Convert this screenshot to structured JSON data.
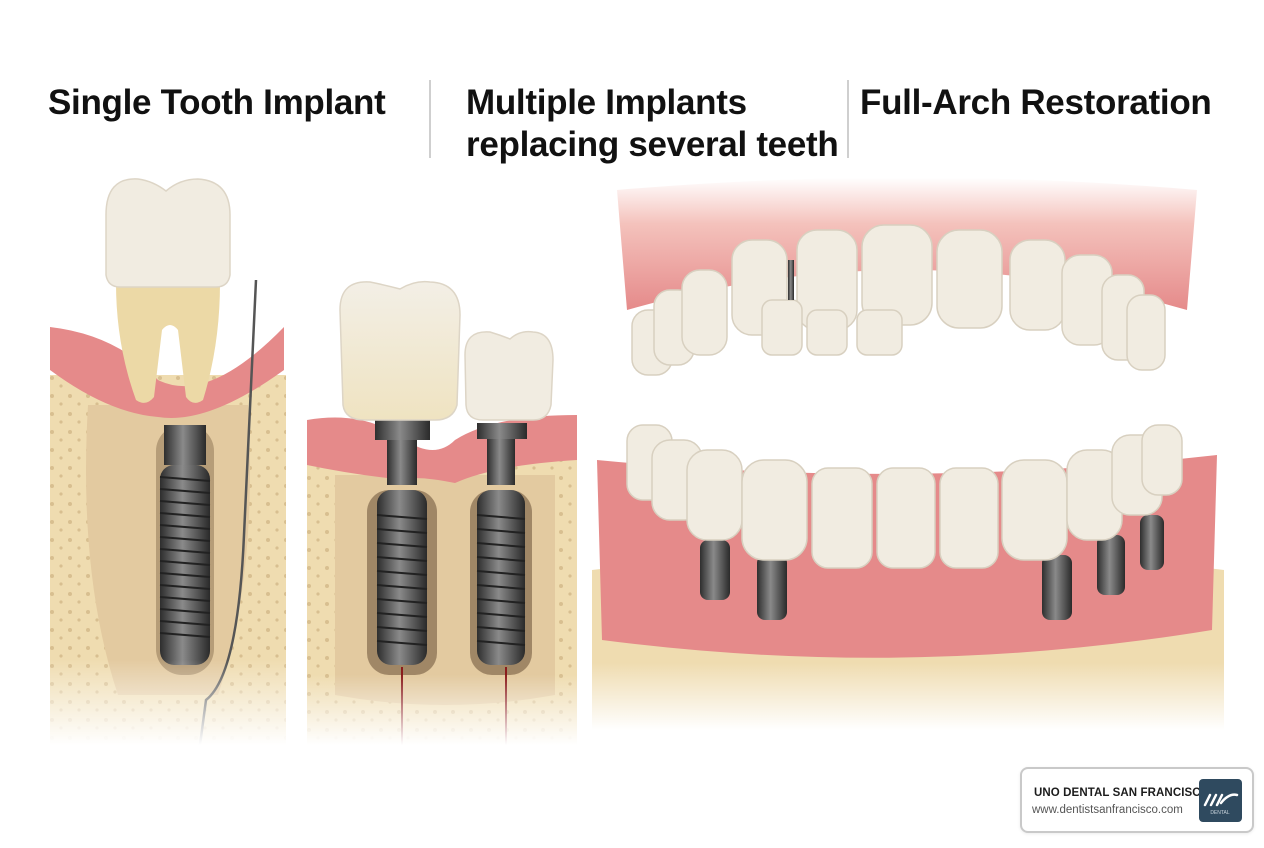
{
  "headings": {
    "single": "Single Tooth Implant",
    "multiple_line1": "Multiple Implants",
    "multiple_line2": "replacing several teeth",
    "full_arch": "Full-Arch Restoration"
  },
  "illustrations": {
    "single": "single-tooth-implant-illustration",
    "multiple": "multiple-implants-illustration",
    "full_arch": "full-arch-restoration-illustration"
  },
  "colors": {
    "gum": "#e58a8a",
    "bone": "#efdcb0",
    "tooth": "#f1ece1",
    "implant": "#4a4a4a",
    "logo_bg": "#2f4a5f"
  },
  "badge": {
    "name": "UNO DENTAL SAN FRANCISCO",
    "url": "www.dentistsanfrancisco.com",
    "logo_caption": "DENTAL"
  }
}
